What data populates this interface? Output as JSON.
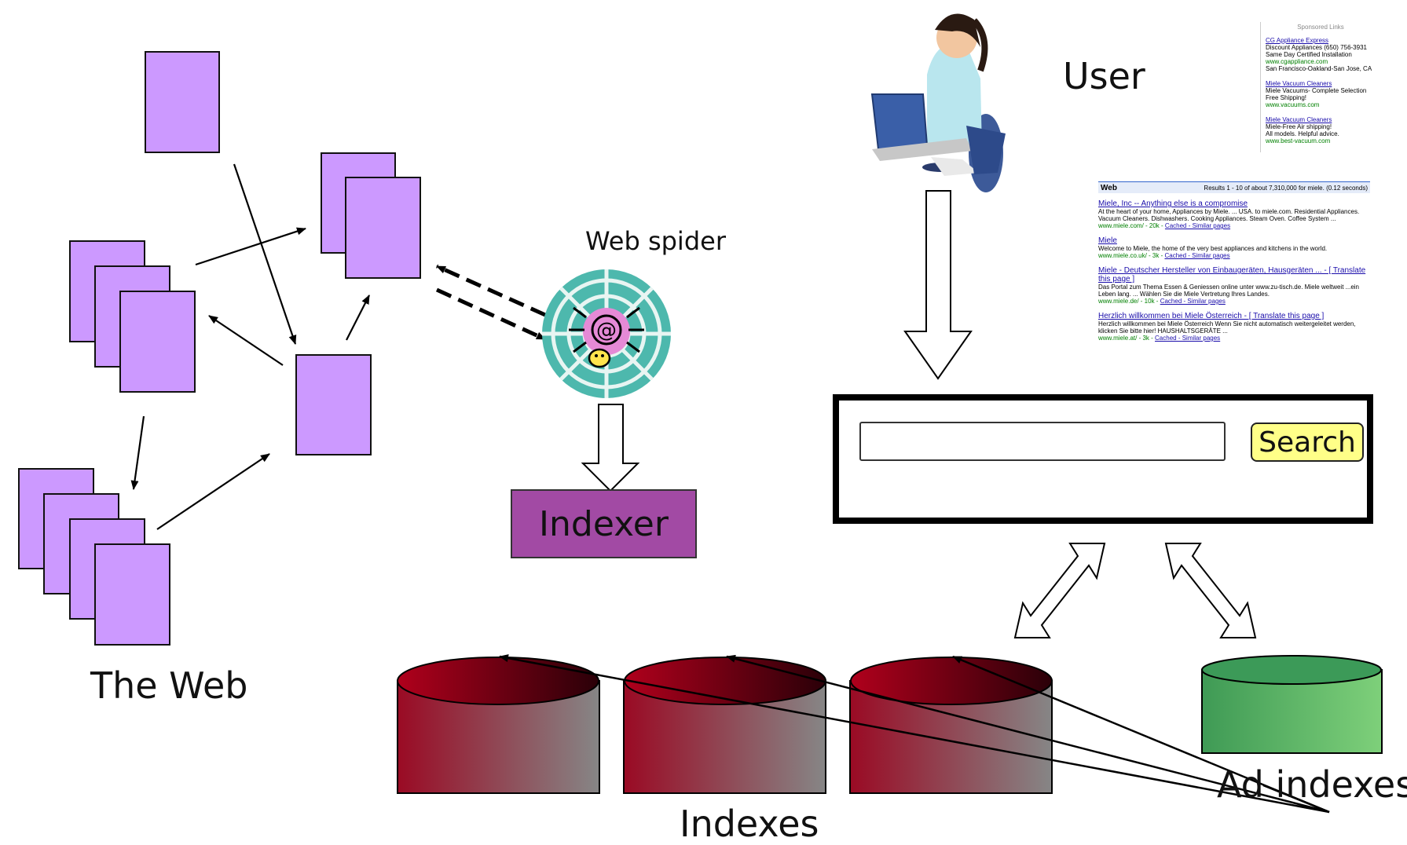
{
  "labels": {
    "the_web": "The Web",
    "web_spider": "Web spider",
    "indexer": "Indexer",
    "user": "User",
    "indexes": "Indexes",
    "ad_indexes": "Ad indexes",
    "search_button": "Search"
  },
  "sponsored": {
    "title": "Sponsored Links",
    "ads": [
      {
        "title": "CG Appliance Express",
        "lines": [
          "Discount Appliances (650) 756-3931",
          "Same Day Certified Installation"
        ],
        "url": "www.cgappliance.com",
        "extra": "San Francisco-Oakland-San Jose, CA"
      },
      {
        "title": "Miele Vacuum Cleaners",
        "lines": [
          "Miele Vacuums- Complete Selection",
          "Free Shipping!"
        ],
        "url": "www.vacuums.com",
        "extra": ""
      },
      {
        "title": "Miele Vacuum Cleaners",
        "lines": [
          "Miele-Free Air shipping!",
          "All models. Helpful advice."
        ],
        "url": "www.best-vacuum.com",
        "extra": ""
      }
    ]
  },
  "results": {
    "section": "Web",
    "summary": "Results 1 - 10 of about 7,310,000 for miele. (0.12 seconds)",
    "items": [
      {
        "title": "Miele, Inc -- Anything else is a compromise",
        "snippet": "At the heart of your home, Appliances by Miele. ... USA. to miele.com. Residential Appliances. Vacuum Cleaners. Dishwashers. Cooking Appliances. Steam Oven. Coffee System ...",
        "url": "www.miele.com/ - 20k -",
        "links": "Cached - Similar pages"
      },
      {
        "title": "Miele",
        "snippet": "Welcome to Miele, the home of the very best appliances and kitchens in the world.",
        "url": "www.miele.co.uk/ - 3k -",
        "links": "Cached - Similar pages"
      },
      {
        "title": "Miele - Deutscher Hersteller von Einbaugeräten, Hausgeräten ... - [ Translate this page ]",
        "snippet": "Das Portal zum Thema Essen & Geniessen online unter www.zu-tisch.de. Miele weltweit ...ein Leben lang. ... Wählen Sie die Miele Vertretung Ihres Landes.",
        "url": "www.miele.de/ - 10k -",
        "links": "Cached - Similar pages"
      },
      {
        "title": "Herzlich willkommen bei Miele Österreich - [ Translate this page ]",
        "snippet": "Herzlich willkommen bei Miele Österreich Wenn Sie nicht automatisch weitergeleitet werden, klicken Sie bitte hier! HAUSHALTSGERÄTE ...",
        "url": "www.miele.at/ - 3k -",
        "links": "Cached - Similar pages"
      }
    ]
  },
  "colors": {
    "page": "#cc99ff",
    "indexer": "#a24aa4",
    "index_db_top": "#a00020",
    "index_db_side_dark": "#8b0a1e",
    "index_db_side_light": "#808080",
    "ad_db": "#5fbf6f",
    "search_button": "#ffff88"
  }
}
